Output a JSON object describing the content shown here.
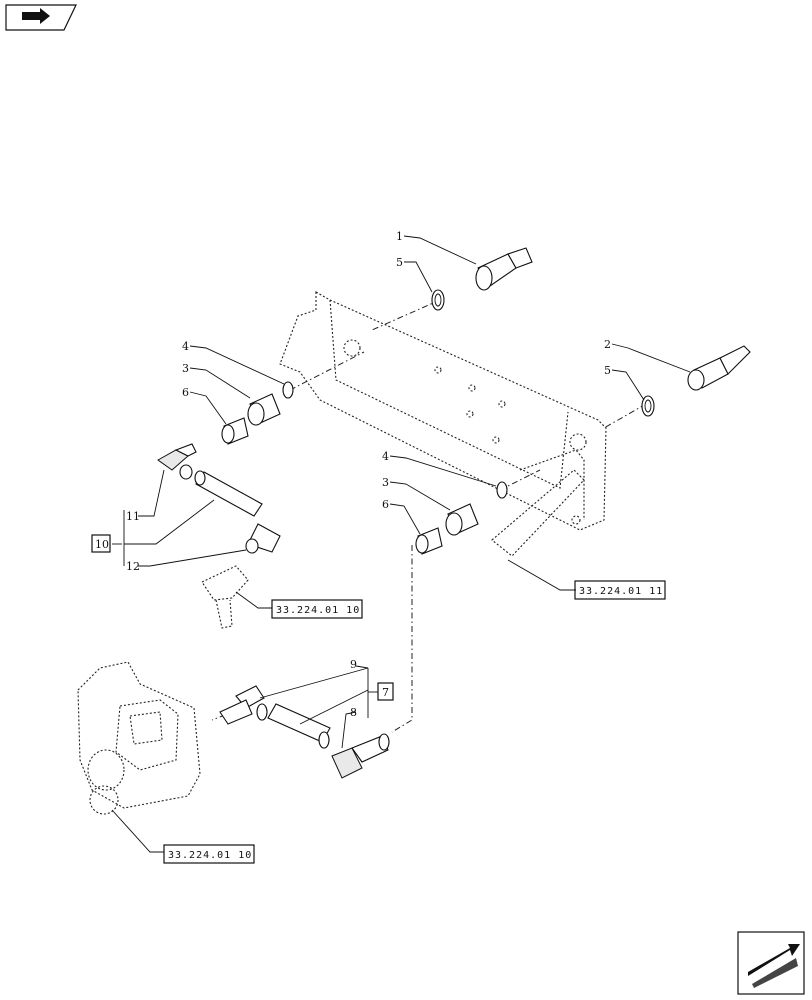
{
  "callouts": {
    "c1": "1",
    "c5a": "5",
    "c2": "2",
    "c5b": "5",
    "c4a": "4",
    "c3a": "3",
    "c6a": "6",
    "c4b": "4",
    "c3b": "3",
    "c6b": "6",
    "c11": "11",
    "c12": "12",
    "c9": "9",
    "c8": "8"
  },
  "groups": {
    "g10": "10",
    "g7": "7"
  },
  "references": {
    "ref_top": "33.224.01 10",
    "ref_right": "33.224.01 11",
    "ref_bottom": "33.224.01 10"
  },
  "icons": {
    "top_left": "flag-arrow-icon",
    "bottom_right": "next-page-arrow-icon"
  }
}
